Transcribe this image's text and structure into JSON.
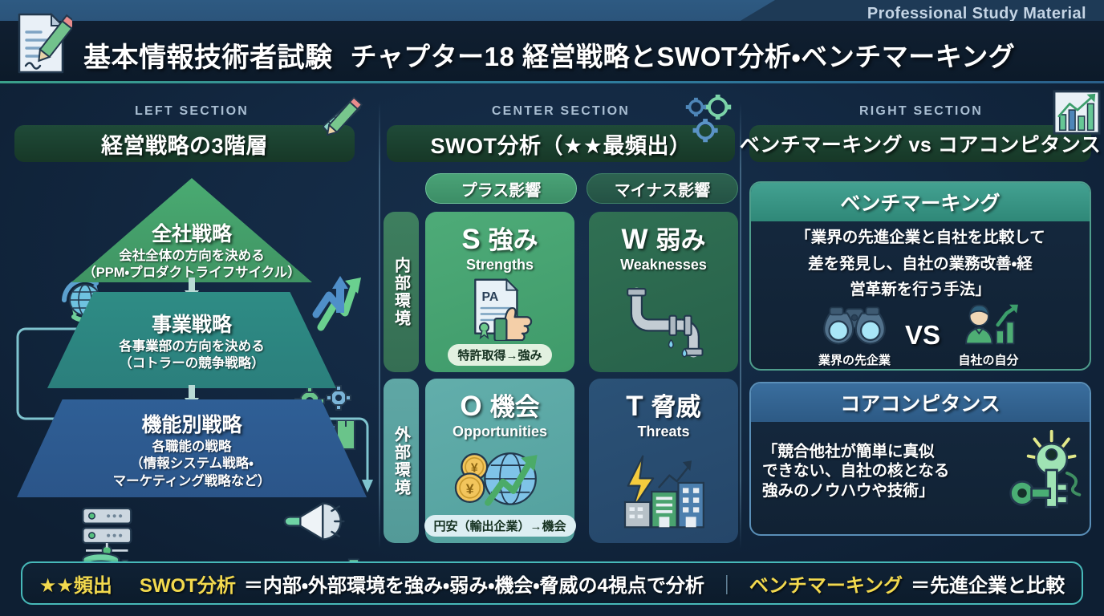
{
  "header": {
    "badge": "Professional Study Material",
    "exam_title": "基本情報技術者試験",
    "chapter_title": "チャプター18 経営戦略とSWOT分析・ベンチマーキング",
    "doc_icon": "document-pencil-icon"
  },
  "left": {
    "section_label": "LEFT SECTION",
    "heading": "経営戦略の3階層",
    "corner_icon": "ruler-pencil-icon",
    "tiers": [
      {
        "name": "全社戦略",
        "desc_line1": "会社全体の方向を決める",
        "desc_line2": "（PPM・プロダクトライフサイクル）"
      },
      {
        "name": "事業戦略",
        "desc_line1": "各事業部の方向を決める",
        "desc_line2": "（コトラーの競争戦略）"
      },
      {
        "name": "機能別戦略",
        "desc_line1": "各職能の戦略",
        "desc_line2": "（情報システム戦略・",
        "desc_line3": "マーケティング戦略など）"
      }
    ],
    "icons": [
      "globe-cycle-icon",
      "growth-arrows-icon",
      "gears-boxes-icon",
      "server-database-icon",
      "megaphone-icon",
      "bar-chart-icon"
    ]
  },
  "center": {
    "section_label": "CENTER SECTION",
    "heading": "SWOT分析（★★最頻出）",
    "corner_icon": "gears-icon",
    "polarity": {
      "plus": "プラス影響",
      "minus": "マイナス影響"
    },
    "axis": {
      "internal": "内部環境",
      "external": "外部環境"
    },
    "quadrants": [
      {
        "letter": "S",
        "jp": "強み",
        "en": "Strengths",
        "chip": "特許取得→強み",
        "icon": "patent-thumbsup-icon"
      },
      {
        "letter": "W",
        "jp": "弱み",
        "en": "Weaknesses",
        "chip": "",
        "icon": "leaking-pipe-icon"
      },
      {
        "letter": "O",
        "jp": "機会",
        "en": "Opportunities",
        "chip": "円安（輸出企業）→機会",
        "icon": "yen-globe-growth-icon"
      },
      {
        "letter": "T",
        "jp": "脅威",
        "en": "Threats",
        "chip": "",
        "icon": "lightning-buildings-icon"
      }
    ]
  },
  "right": {
    "section_label": "RIGHT SECTION",
    "heading": "ベンチマーキング vs コアコンピタンス",
    "corner_icon": "growth-bar-chart-icon",
    "cards": [
      {
        "title": "ベンチマーキング",
        "quote_line1": "「業界の先進企業と自社を比較して",
        "quote_line2": "差を発見し、自社の業務改善・経",
        "quote_line3": "営革新を行う手法」",
        "vs_label": "VS",
        "left_item": {
          "caption": "業界の先企業",
          "icon": "binoculars-icon"
        },
        "right_item": {
          "caption": "自社の自分",
          "icon": "person-growth-icon"
        }
      },
      {
        "title": "コアコンピタンス",
        "quote_line1": "「競合他社が簡単に真似",
        "quote_line2": "できない、自社の核となる",
        "quote_line3": "強みのノウハウや技術」",
        "icon": "key-icon"
      }
    ]
  },
  "footer": {
    "stars": "★★頻出",
    "point1": "SWOT分析",
    "point1_body": "＝内部・外部環境を強み・弱み・機会・脅威の4視点で分析",
    "separator": "｜",
    "point2": "ベンチマーキング",
    "point2_body": "＝先進企業と比較"
  },
  "colors": {
    "background": "#132943",
    "header_band": "#0c1a29",
    "header_top": "#2e5a82",
    "accent_green": "#4aab72",
    "accent_teal": "#43a191",
    "accent_blue": "#2f5f96",
    "section_head": "#1f4a38",
    "footer_border": "#47b9b9",
    "footer_yellow": "#f2d94e",
    "label_gray": "#a9bed2"
  }
}
